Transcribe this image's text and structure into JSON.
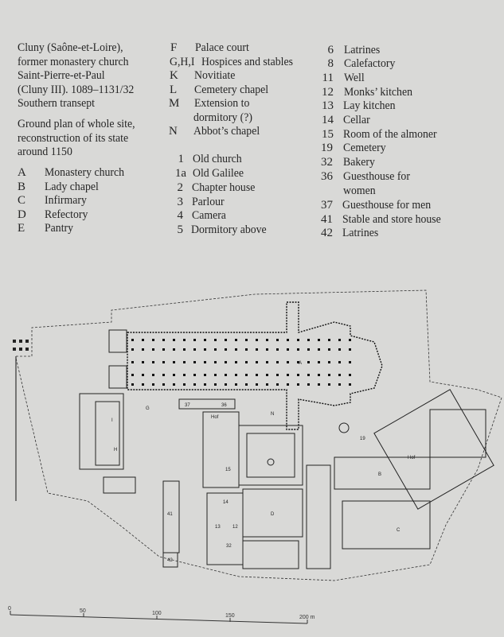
{
  "caption": {
    "lines": [
      "Cluny (Saône-et-Loire),",
      "former monastery church",
      "Saint-Pierre-et-Paul",
      "(Cluny III). 1089–1131/32",
      "Southern transept"
    ],
    "subtitle_lines": [
      "Ground plan of whole site,",
      "reconstruction of its state",
      "around 1150"
    ]
  },
  "legend_letters": [
    {
      "key": "A",
      "label": "Monastery church"
    },
    {
      "key": "B",
      "label": "Lady chapel"
    },
    {
      "key": "C",
      "label": "Infirmary"
    },
    {
      "key": "D",
      "label": "Refectory"
    },
    {
      "key": "E",
      "label": "Pantry"
    },
    {
      "key": "F",
      "label": "Palace court"
    },
    {
      "key": "G,H,I",
      "label": "Hospices and stables"
    },
    {
      "key": "K",
      "label": "Novitiate"
    },
    {
      "key": "L",
      "label": "Cemetery chapel"
    },
    {
      "key": "M",
      "label": "Extension to",
      "label2": "dormitory (?)"
    },
    {
      "key": "N",
      "label": "Abbot’s chapel"
    }
  ],
  "legend_numbers": [
    {
      "key": "1",
      "label": "Old church"
    },
    {
      "key": "1a",
      "label": "Old Galilee"
    },
    {
      "key": "2",
      "label": "Chapter house"
    },
    {
      "key": "3",
      "label": "Parlour"
    },
    {
      "key": "4",
      "label": "Camera"
    },
    {
      "key": "5",
      "label": "Dormitory above"
    },
    {
      "key": "6",
      "label": "Latrines"
    },
    {
      "key": "8",
      "label": "Calefactory"
    },
    {
      "key": "11",
      "label": "Well"
    },
    {
      "key": "12",
      "label": "Monks’ kitchen"
    },
    {
      "key": "13",
      "label": "Lay kitchen"
    },
    {
      "key": "14",
      "label": "Cellar"
    },
    {
      "key": "15",
      "label": "Room of the almoner"
    },
    {
      "key": "19",
      "label": "Cemetery"
    },
    {
      "key": "32",
      "label": "Bakery"
    },
    {
      "key": "36",
      "label": "Guesthouse for",
      "label2": "women"
    },
    {
      "key": "37",
      "label": "Guesthouse for men"
    },
    {
      "key": "41",
      "label": "Stable and store house"
    },
    {
      "key": "42",
      "label": "Latrines"
    }
  ],
  "plan_labels": [
    "A",
    "B",
    "C",
    "D",
    "G",
    "H",
    "N",
    "Hof",
    "Hof",
    "37",
    "36",
    "41",
    "15",
    "14",
    "13",
    "12",
    "32",
    "19",
    "42",
    "I"
  ],
  "scale_bar": {
    "ticks": [
      "0",
      "50",
      "100",
      "150",
      "200 m"
    ]
  }
}
